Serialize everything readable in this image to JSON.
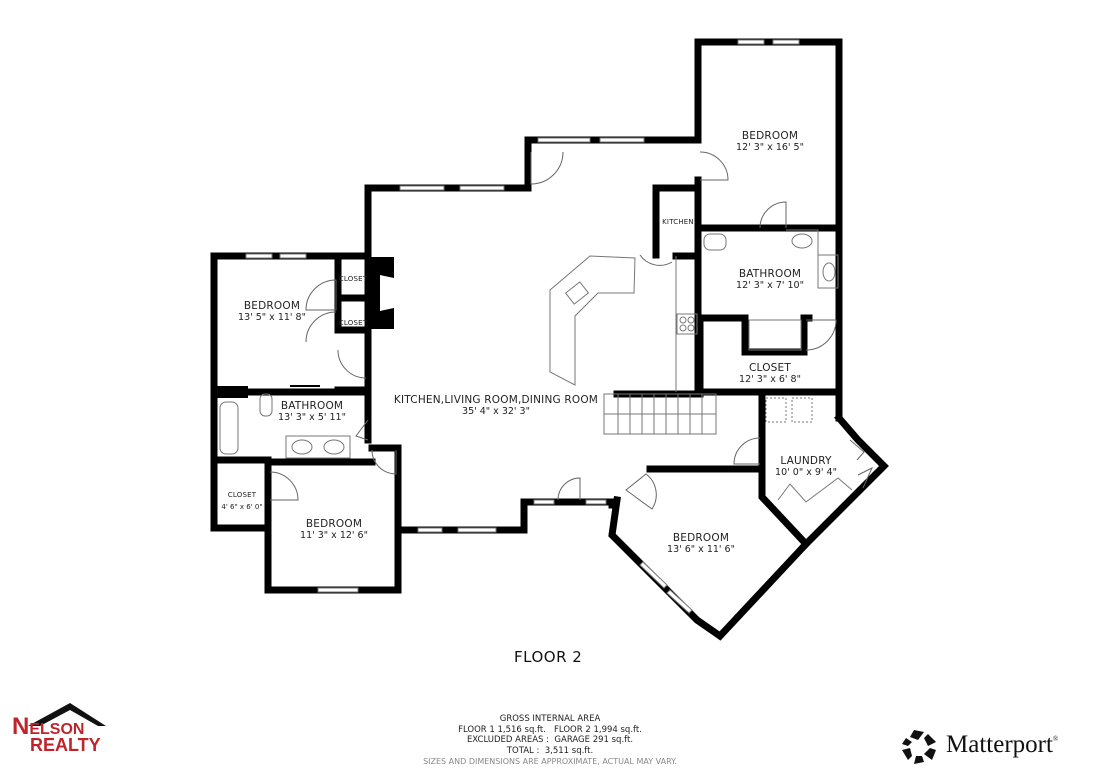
{
  "floor": {
    "title": "FLOOR 2"
  },
  "rooms": [
    {
      "id": "bedroom-ne",
      "name": "BEDROOM",
      "dims": "12' 3\" x 16' 5\""
    },
    {
      "id": "kitchen-small",
      "name": "KITCHEN",
      "dims": ""
    },
    {
      "id": "bathroom-e",
      "name": "BATHROOM",
      "dims": "12' 3\" x 7' 10\""
    },
    {
      "id": "closet-e",
      "name": "CLOSET",
      "dims": "12' 3\" x 6' 8\""
    },
    {
      "id": "bedroom-w",
      "name": "BEDROOM",
      "dims": "13' 5\" x 11' 8\""
    },
    {
      "id": "closet-w1",
      "name": "CLOSET",
      "dims": ""
    },
    {
      "id": "closet-w2",
      "name": "CLOSET",
      "dims": ""
    },
    {
      "id": "great-room",
      "name": "KITCHEN,LIVING ROOM,DINING ROOM",
      "dims": "35' 4\" x 32' 3\""
    },
    {
      "id": "bathroom-w",
      "name": "BATHROOM",
      "dims": "13' 3\" x 5' 11\""
    },
    {
      "id": "closet-sw",
      "name": "CLOSET",
      "dims": "4' 6\" x 6' 0\""
    },
    {
      "id": "bedroom-sw",
      "name": "BEDROOM",
      "dims": "11' 3\" x 12' 6\""
    },
    {
      "id": "laundry",
      "name": "LAUNDRY",
      "dims": "10' 0\" x 9' 4\""
    },
    {
      "id": "bedroom-se",
      "name": "BEDROOM",
      "dims": "13' 6\" x 11' 6\""
    }
  ],
  "gross_area": {
    "heading": "GROSS INTERNAL AREA",
    "floors_line": "FLOOR 1 1,516 sq.ft.   FLOOR 2 1,994 sq.ft.",
    "excluded_line": "EXCLUDED AREAS :  GARAGE 291 sq.ft.",
    "total_line": "TOTAL :  3,511 sq.ft.",
    "disclaimer": "SIZES AND DIMENSIONS ARE APPROXIMATE, ACTUAL MAY VARY."
  },
  "branding": {
    "realty_first_letter": "N",
    "realty_line1_rest": "ELSON",
    "realty_line2": "REALTY",
    "realty_color": "#c0242b",
    "matterport": "Matterport",
    "matterport_mark": "®"
  }
}
